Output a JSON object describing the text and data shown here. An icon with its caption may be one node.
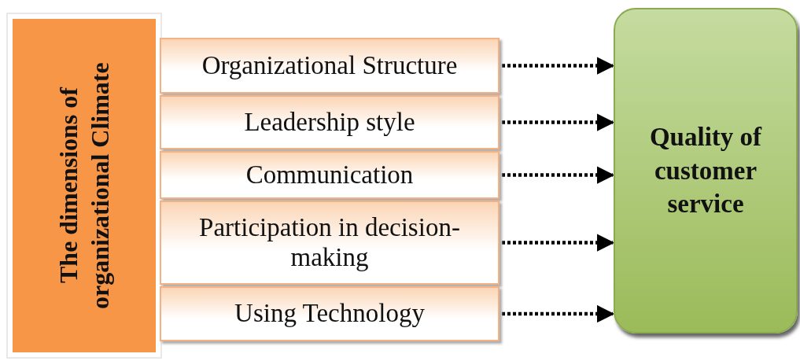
{
  "diagram": {
    "nodes": [
      {
        "text": [
          "The dimensions of organizational Climate"
        ]
      },
      {
        "text": [
          "Organizational Structure"
        ]
      },
      {
        "text": [
          "Leadership style"
        ]
      },
      {
        "text": [
          "Communication"
        ]
      },
      {
        "text": [
          "Participation in decision-making"
        ]
      },
      {
        "text": [
          "Using Technology"
        ]
      },
      {
        "text": [
          "Quality of customer service"
        ]
      }
    ],
    "edges": [
      {
        "from": 1,
        "to": 6,
        "arrow": "to",
        "style": "dashed"
      },
      {
        "from": 2,
        "to": 6,
        "arrow": "to",
        "style": "dashed"
      },
      {
        "from": 3,
        "to": 6,
        "arrow": "to",
        "style": "dashed"
      },
      {
        "from": 4,
        "to": 6,
        "arrow": "to",
        "style": "dashed"
      },
      {
        "from": 5,
        "to": 6,
        "arrow": "to",
        "style": "dashed"
      }
    ]
  }
}
